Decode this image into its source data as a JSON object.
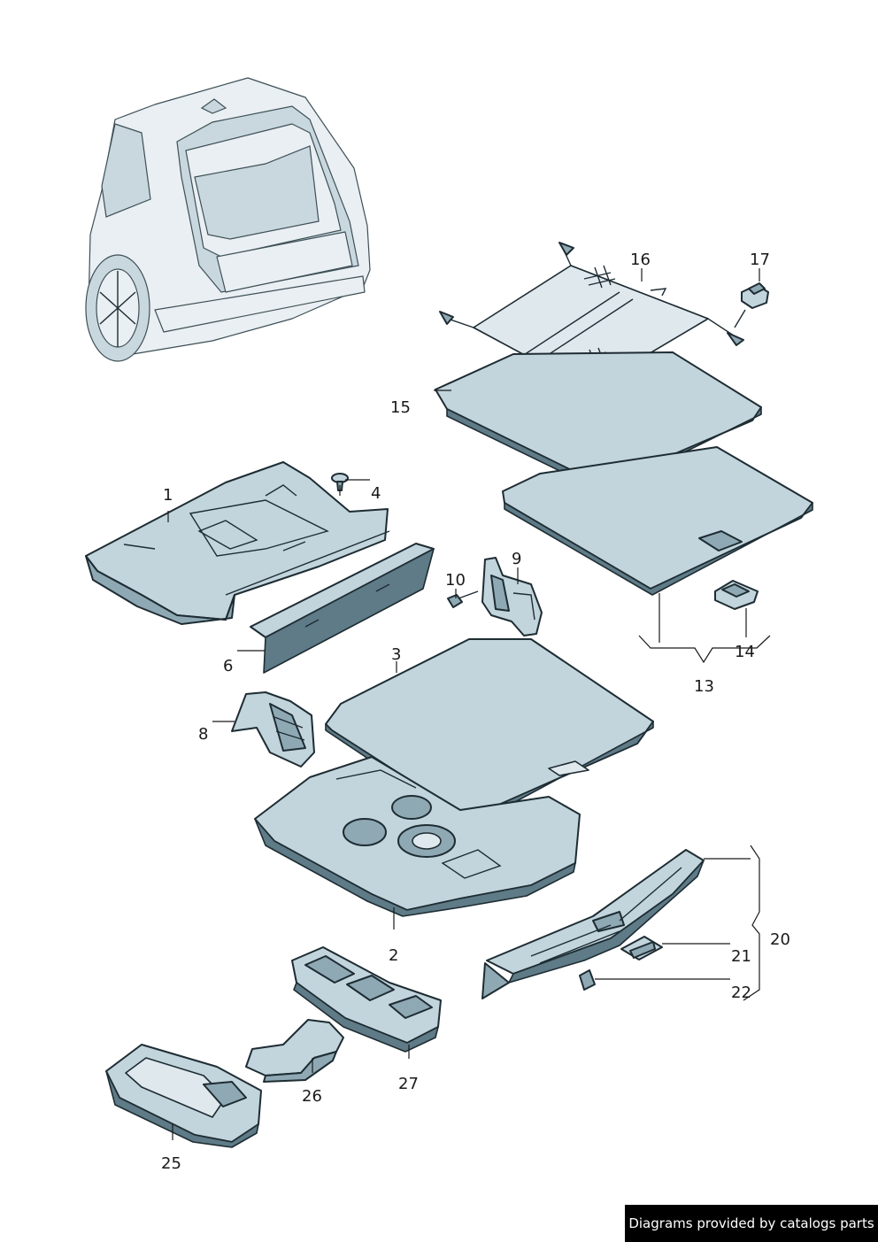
{
  "callouts": {
    "c1": "1",
    "c2": "2",
    "c3": "3",
    "c4": "4",
    "c6": "6",
    "c8": "8",
    "c9": "9",
    "c10": "10",
    "c13": "13",
    "c14": "14",
    "c15": "15",
    "c16": "16",
    "c17": "17",
    "c20": "20",
    "c21": "21",
    "c22": "22",
    "c25": "25",
    "c26": "26",
    "c27": "27"
  },
  "footer": {
    "text": "Diagrams provided by catalogs parts"
  },
  "colors": {
    "part_fill": "#c2d4dc",
    "part_dark": "#8fa9b4",
    "outline": "#1e2c33",
    "footer_bg": "#000000"
  }
}
